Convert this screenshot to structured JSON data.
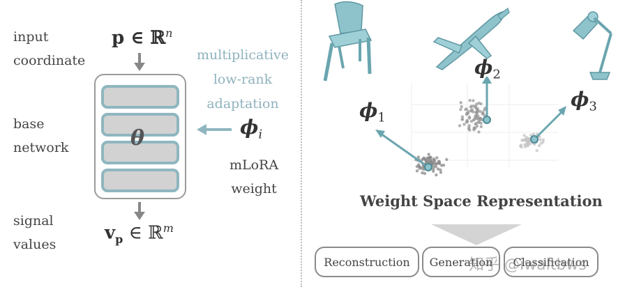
{
  "left": {
    "input_label": [
      "input",
      "coordinate"
    ],
    "base_label": [
      "base",
      "network"
    ],
    "signal_label": [
      "signal",
      "values"
    ],
    "input_math": "p ∈ ℝ",
    "input_math_sup": "n",
    "output_math": "v",
    "output_math_sub": "p",
    "output_math_rest": "∈ ℝ",
    "output_math_sup": "m",
    "theta": "θ",
    "mlora_caption": [
      "multiplicative",
      "low-rank",
      "adaptation"
    ],
    "phi_i": "ϕ",
    "phi_i_sub": "i",
    "weight_label": [
      "mLoRA",
      "weight"
    ]
  },
  "right": {
    "phi_labels": [
      {
        "symbol": "ϕ",
        "sub": "1"
      },
      {
        "symbol": "ϕ",
        "sub": "2"
      },
      {
        "symbol": "ϕ",
        "sub": "3"
      }
    ],
    "title": "Weight Space Representation",
    "tasks": [
      "Reconstruction",
      "Generation",
      "Classification"
    ],
    "watermark": "知乎 @iwaitbws"
  },
  "colors": {
    "accent_teal": "#8fb6c0",
    "layer_fill": "#d2d2d2",
    "shape_fill": "#8ec3cb"
  },
  "icons": [
    "chair-model-icon",
    "airplane-model-icon",
    "lamp-model-icon"
  ]
}
